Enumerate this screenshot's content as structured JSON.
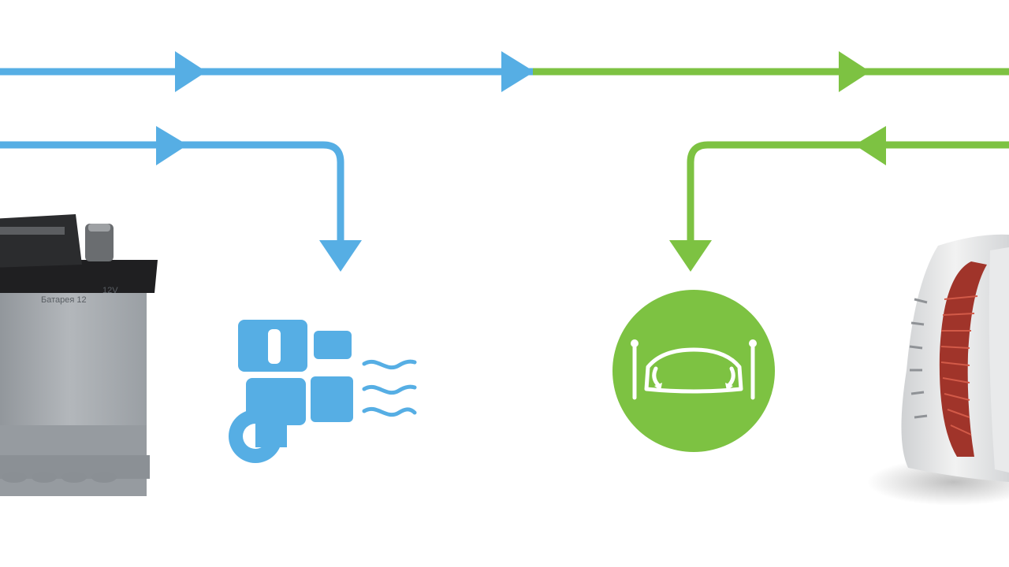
{
  "colors": {
    "blue": "#56aee4",
    "green": "#7dc242",
    "background": "#ffffff",
    "battery_body": "#a3a8ad",
    "battery_top": "#1f1f21",
    "alternator_body": "#e6e7e8",
    "alternator_coil": "#a0342a"
  },
  "battery": {
    "label_left": "Батарея 12",
    "label_right": "12V"
  },
  "icons": {
    "consumer": "engine-consumer-icon",
    "vehicle": "car-lift-icon",
    "battery": "car-battery-image",
    "alternator": "alternator-image"
  }
}
